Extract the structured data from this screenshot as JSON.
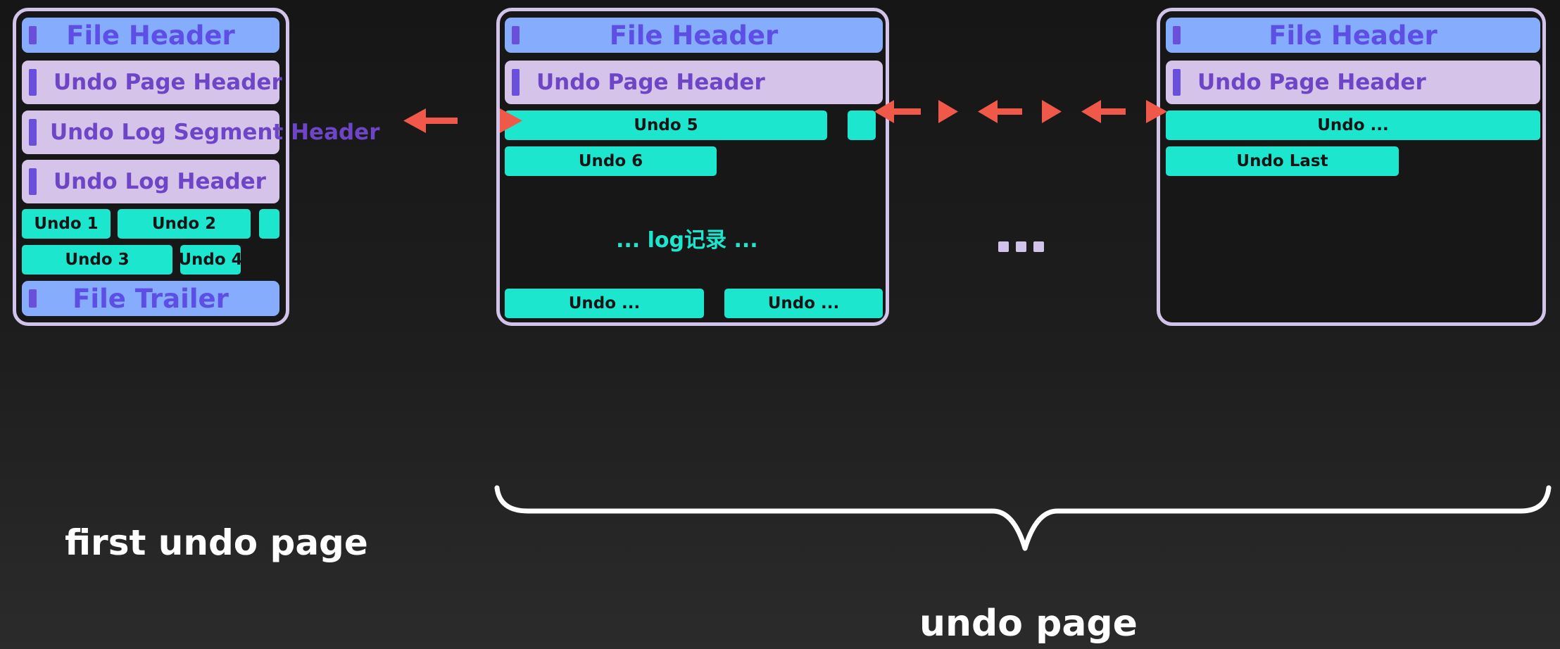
{
  "colors": {
    "page_border": "#d2c3ea",
    "file_block": "#86acfd",
    "file_text": "#5d4ee6",
    "header_block": "#d6c3ea",
    "header_text": "#6d45c6",
    "undo_block": "#1de6cf",
    "arrow": "#f0584a"
  },
  "first_page": {
    "file_header": "File Header",
    "undo_page_header": "Undo Page Header",
    "undo_log_segment_header": "Undo Log Segment Header",
    "undo_log_header": "Undo Log Header",
    "undo_1": "Undo 1",
    "undo_2": "Undo 2",
    "undo_3": "Undo 3",
    "undo_4": "Undo 4",
    "file_trailer": "File Trailer"
  },
  "middle_page": {
    "file_header": "File Header",
    "undo_page_header": "Undo Page Header",
    "undo_5": "Undo 5",
    "undo_6": "Undo 6",
    "log_records": "... log记录 ...",
    "undo_a": "Undo ...",
    "undo_b": "Undo ..."
  },
  "last_page": {
    "file_header": "File Header",
    "undo_page_header": "Undo Page Header",
    "undo_more": "Undo ...",
    "undo_last": "Undo Last"
  },
  "captions": {
    "first": "first undo page",
    "pages": "undo page"
  }
}
